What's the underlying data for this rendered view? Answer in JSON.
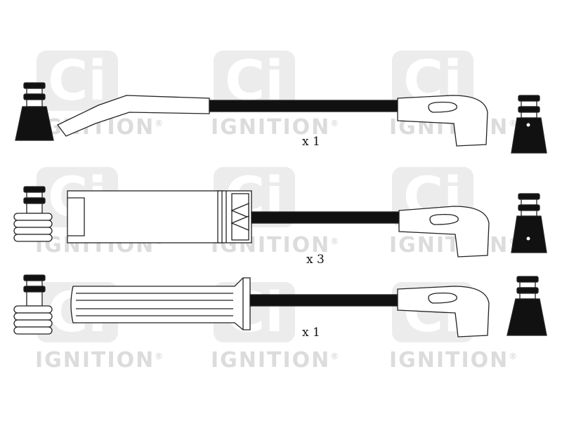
{
  "watermark": {
    "logo_text": "Ci",
    "brand_text": "IGNITION",
    "registered_mark": "®",
    "color": "#dcdcdc"
  },
  "sets": [
    {
      "quantity_label": "x 1"
    },
    {
      "quantity_label": "x 3"
    },
    {
      "quantity_label": "x 1"
    }
  ],
  "colors": {
    "cable": "#111111",
    "outline": "#222222",
    "boot_fill": "#ffffff",
    "terminal_dark": "#111111"
  }
}
